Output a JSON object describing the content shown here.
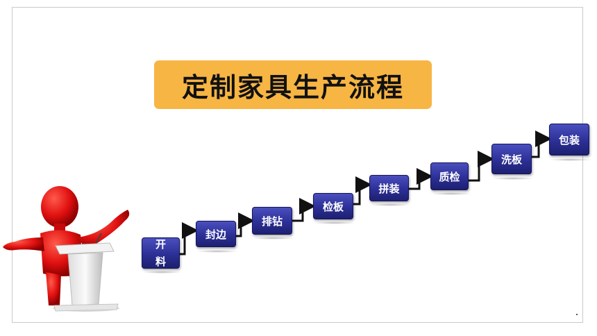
{
  "title": "定制家具生产流程",
  "steps": [
    "开料",
    "封边",
    "排钻",
    "检板",
    "拼装",
    "质检",
    "洗板",
    "包装"
  ],
  "colors": {
    "title_bg": "#f7b544",
    "step_bg": "#2c2f95",
    "figure": "#e01010",
    "arrow": "#111111"
  },
  "icons": {
    "presenter": "red-3d-person-at-podium"
  }
}
